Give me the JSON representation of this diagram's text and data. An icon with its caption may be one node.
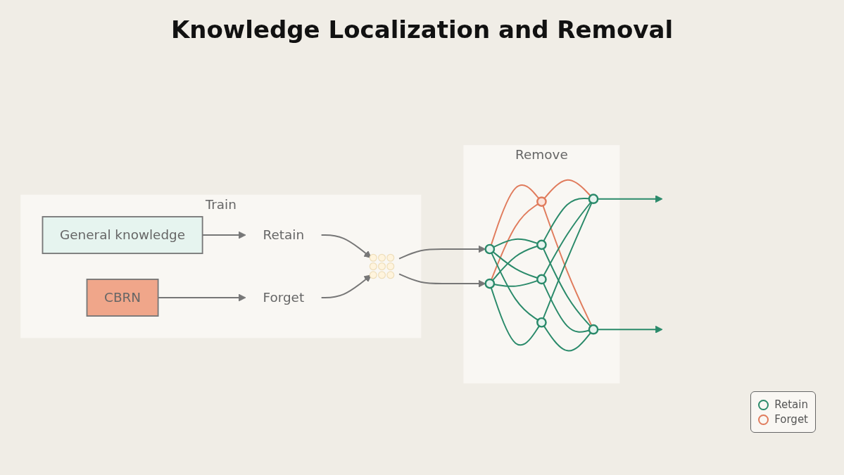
{
  "diagram": {
    "title": "Knowledge Localization and Removal",
    "nodes": [
      {
        "text": [
          "Train"
        ]
      },
      {
        "text": [
          "General knowledge"
        ],
        "in": 0
      },
      {
        "text": [
          "CBRN"
        ],
        "in": 0
      },
      {
        "text": [
          "Retain"
        ],
        "in": 0
      },
      {
        "text": [
          "Forget"
        ],
        "in": 0
      },
      {
        "text": [],
        "shape": "picture",
        "in": 0
      },
      {
        "text": [
          "Remove"
        ]
      },
      {
        "text": [],
        "shape": "circle",
        "in": 6
      },
      {
        "text": [],
        "shape": "circle",
        "in": 6
      },
      {
        "text": [],
        "shape": "circle",
        "in": 6
      },
      {
        "text": [],
        "shape": "circle",
        "in": 6
      },
      {
        "text": [],
        "shape": "circle",
        "in": 6
      },
      {
        "text": [],
        "shape": "circle",
        "in": 6
      },
      {
        "text": [],
        "shape": "circle",
        "in": 6
      },
      {
        "text": [],
        "shape": "circle",
        "in": 6
      }
    ],
    "edges": [
      {
        "from": 1,
        "to": 3,
        "arrow": "to"
      },
      {
        "from": 2,
        "to": 4,
        "arrow": "to"
      },
      {
        "from": 3,
        "to": 5,
        "arrow": "to"
      },
      {
        "from": 4,
        "to": 5,
        "arrow": "to"
      },
      {
        "from": 5,
        "to": 8,
        "arrow": "to"
      },
      {
        "from": 5,
        "to": 9,
        "arrow": "to"
      },
      {
        "from": 8,
        "to": 7,
        "arrow": "none",
        "color": "#e07b5c"
      },
      {
        "from": 9,
        "to": 7,
        "arrow": "none",
        "color": "#e07b5c"
      },
      {
        "from": 7,
        "to": 13,
        "arrow": "none",
        "color": "#e07b5c"
      },
      {
        "from": 7,
        "to": 14,
        "arrow": "none",
        "color": "#e07b5c"
      },
      {
        "from": 8,
        "to": 10,
        "arrow": "none"
      },
      {
        "from": 8,
        "to": 11,
        "arrow": "none"
      },
      {
        "from": 8,
        "to": 12,
        "arrow": "none"
      },
      {
        "from": 9,
        "to": 10,
        "arrow": "none"
      },
      {
        "from": 9,
        "to": 11,
        "arrow": "none"
      },
      {
        "from": 9,
        "to": 12,
        "arrow": "none"
      },
      {
        "from": 10,
        "to": 13,
        "arrow": "none"
      },
      {
        "from": 10,
        "to": 14,
        "arrow": "none"
      },
      {
        "from": 11,
        "to": 13,
        "arrow": "none"
      },
      {
        "from": 11,
        "to": 14,
        "arrow": "none"
      },
      {
        "from": 12,
        "to": 13,
        "arrow": "none"
      },
      {
        "from": 12,
        "to": 14,
        "arrow": "none"
      },
      {
        "from": 13,
        "to": null,
        "arrow": "to"
      },
      {
        "from": 14,
        "to": null,
        "arrow": "to"
      }
    ],
    "legend": [
      {
        "text": "Retain"
      },
      {
        "text": "Forget"
      }
    ]
  }
}
